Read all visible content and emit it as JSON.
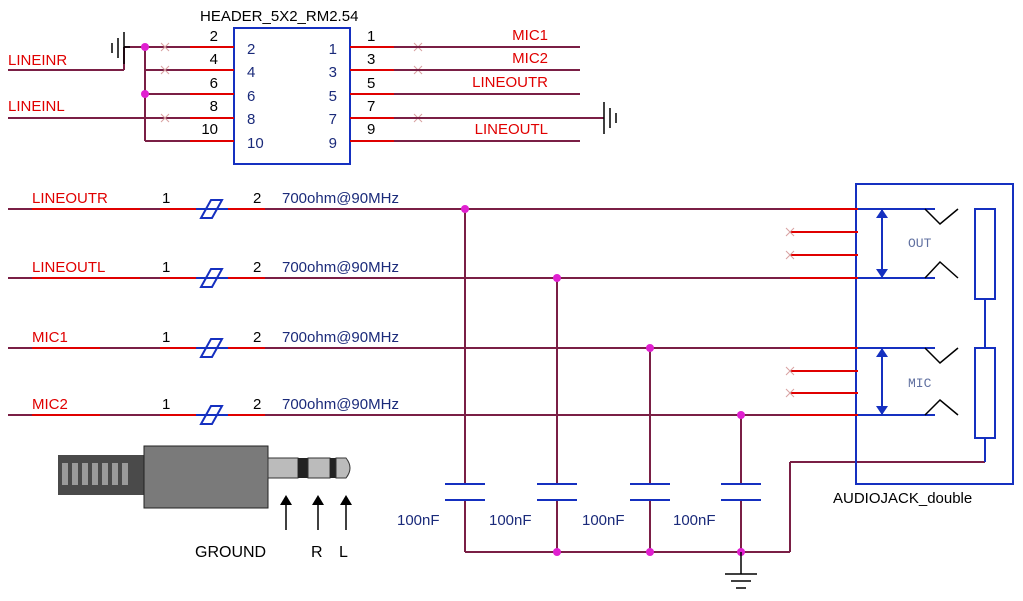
{
  "header": {
    "title": "HEADER_5X2_RM2.54",
    "outer_pins_left": [
      "2",
      "4",
      "6",
      "8",
      "10"
    ],
    "inner_pins_left": [
      "2",
      "4",
      "6",
      "8",
      "10"
    ],
    "outer_pins_right": [
      "1",
      "3",
      "5",
      "7",
      "9"
    ],
    "inner_pins_right": [
      "1",
      "3",
      "5",
      "7",
      "9"
    ],
    "net_left": {
      "linein_r": "LINEINR",
      "linein_l": "LINEINL"
    },
    "net_right": {
      "mic1": "MIC1",
      "mic2": "MIC2",
      "lineout_r": "LINEOUTR",
      "lineout_l": "LINEOUTL"
    }
  },
  "filters": [
    {
      "net": "LINEOUTR",
      "pin1": "1",
      "pin2": "2",
      "value": "700ohm@90MHz"
    },
    {
      "net": "LINEOUTL",
      "pin1": "1",
      "pin2": "2",
      "value": "700ohm@90MHz"
    },
    {
      "net": "MIC1",
      "pin1": "1",
      "pin2": "2",
      "value": "700ohm@90MHz"
    },
    {
      "net": "MIC2",
      "pin1": "1",
      "pin2": "2",
      "value": "700ohm@90MHz"
    }
  ],
  "capacitors": [
    "100nF",
    "100nF",
    "100nF",
    "100nF"
  ],
  "audiojack": {
    "name": "AUDIOJACK_double",
    "out_label": "OUT",
    "mic_label": "MIC"
  },
  "plug": {
    "ground": "GROUND",
    "right": "R",
    "left": "L"
  }
}
